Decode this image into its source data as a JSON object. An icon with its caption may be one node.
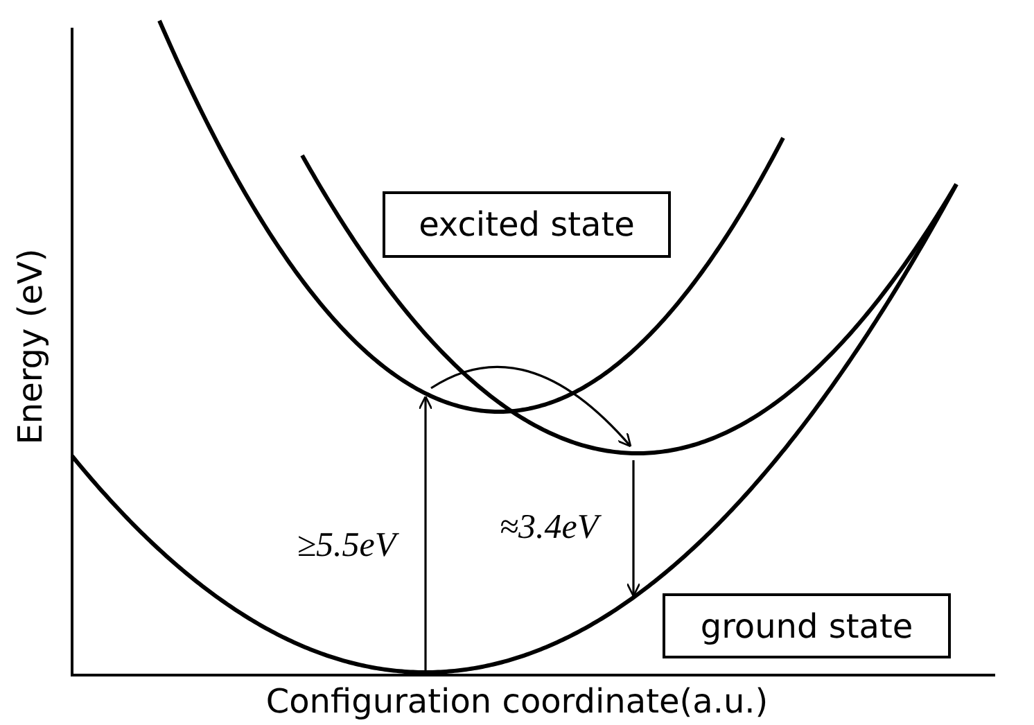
{
  "diagram": {
    "nodes": [
      {
        "text": [
          "excited state"
        ]
      },
      {
        "text": [
          "ground state"
        ]
      }
    ],
    "labels": [
      "Energy (eV)",
      "Configuration coordinate(a.u.)",
      "≥5.5eV",
      "≈3.4eV"
    ]
  }
}
